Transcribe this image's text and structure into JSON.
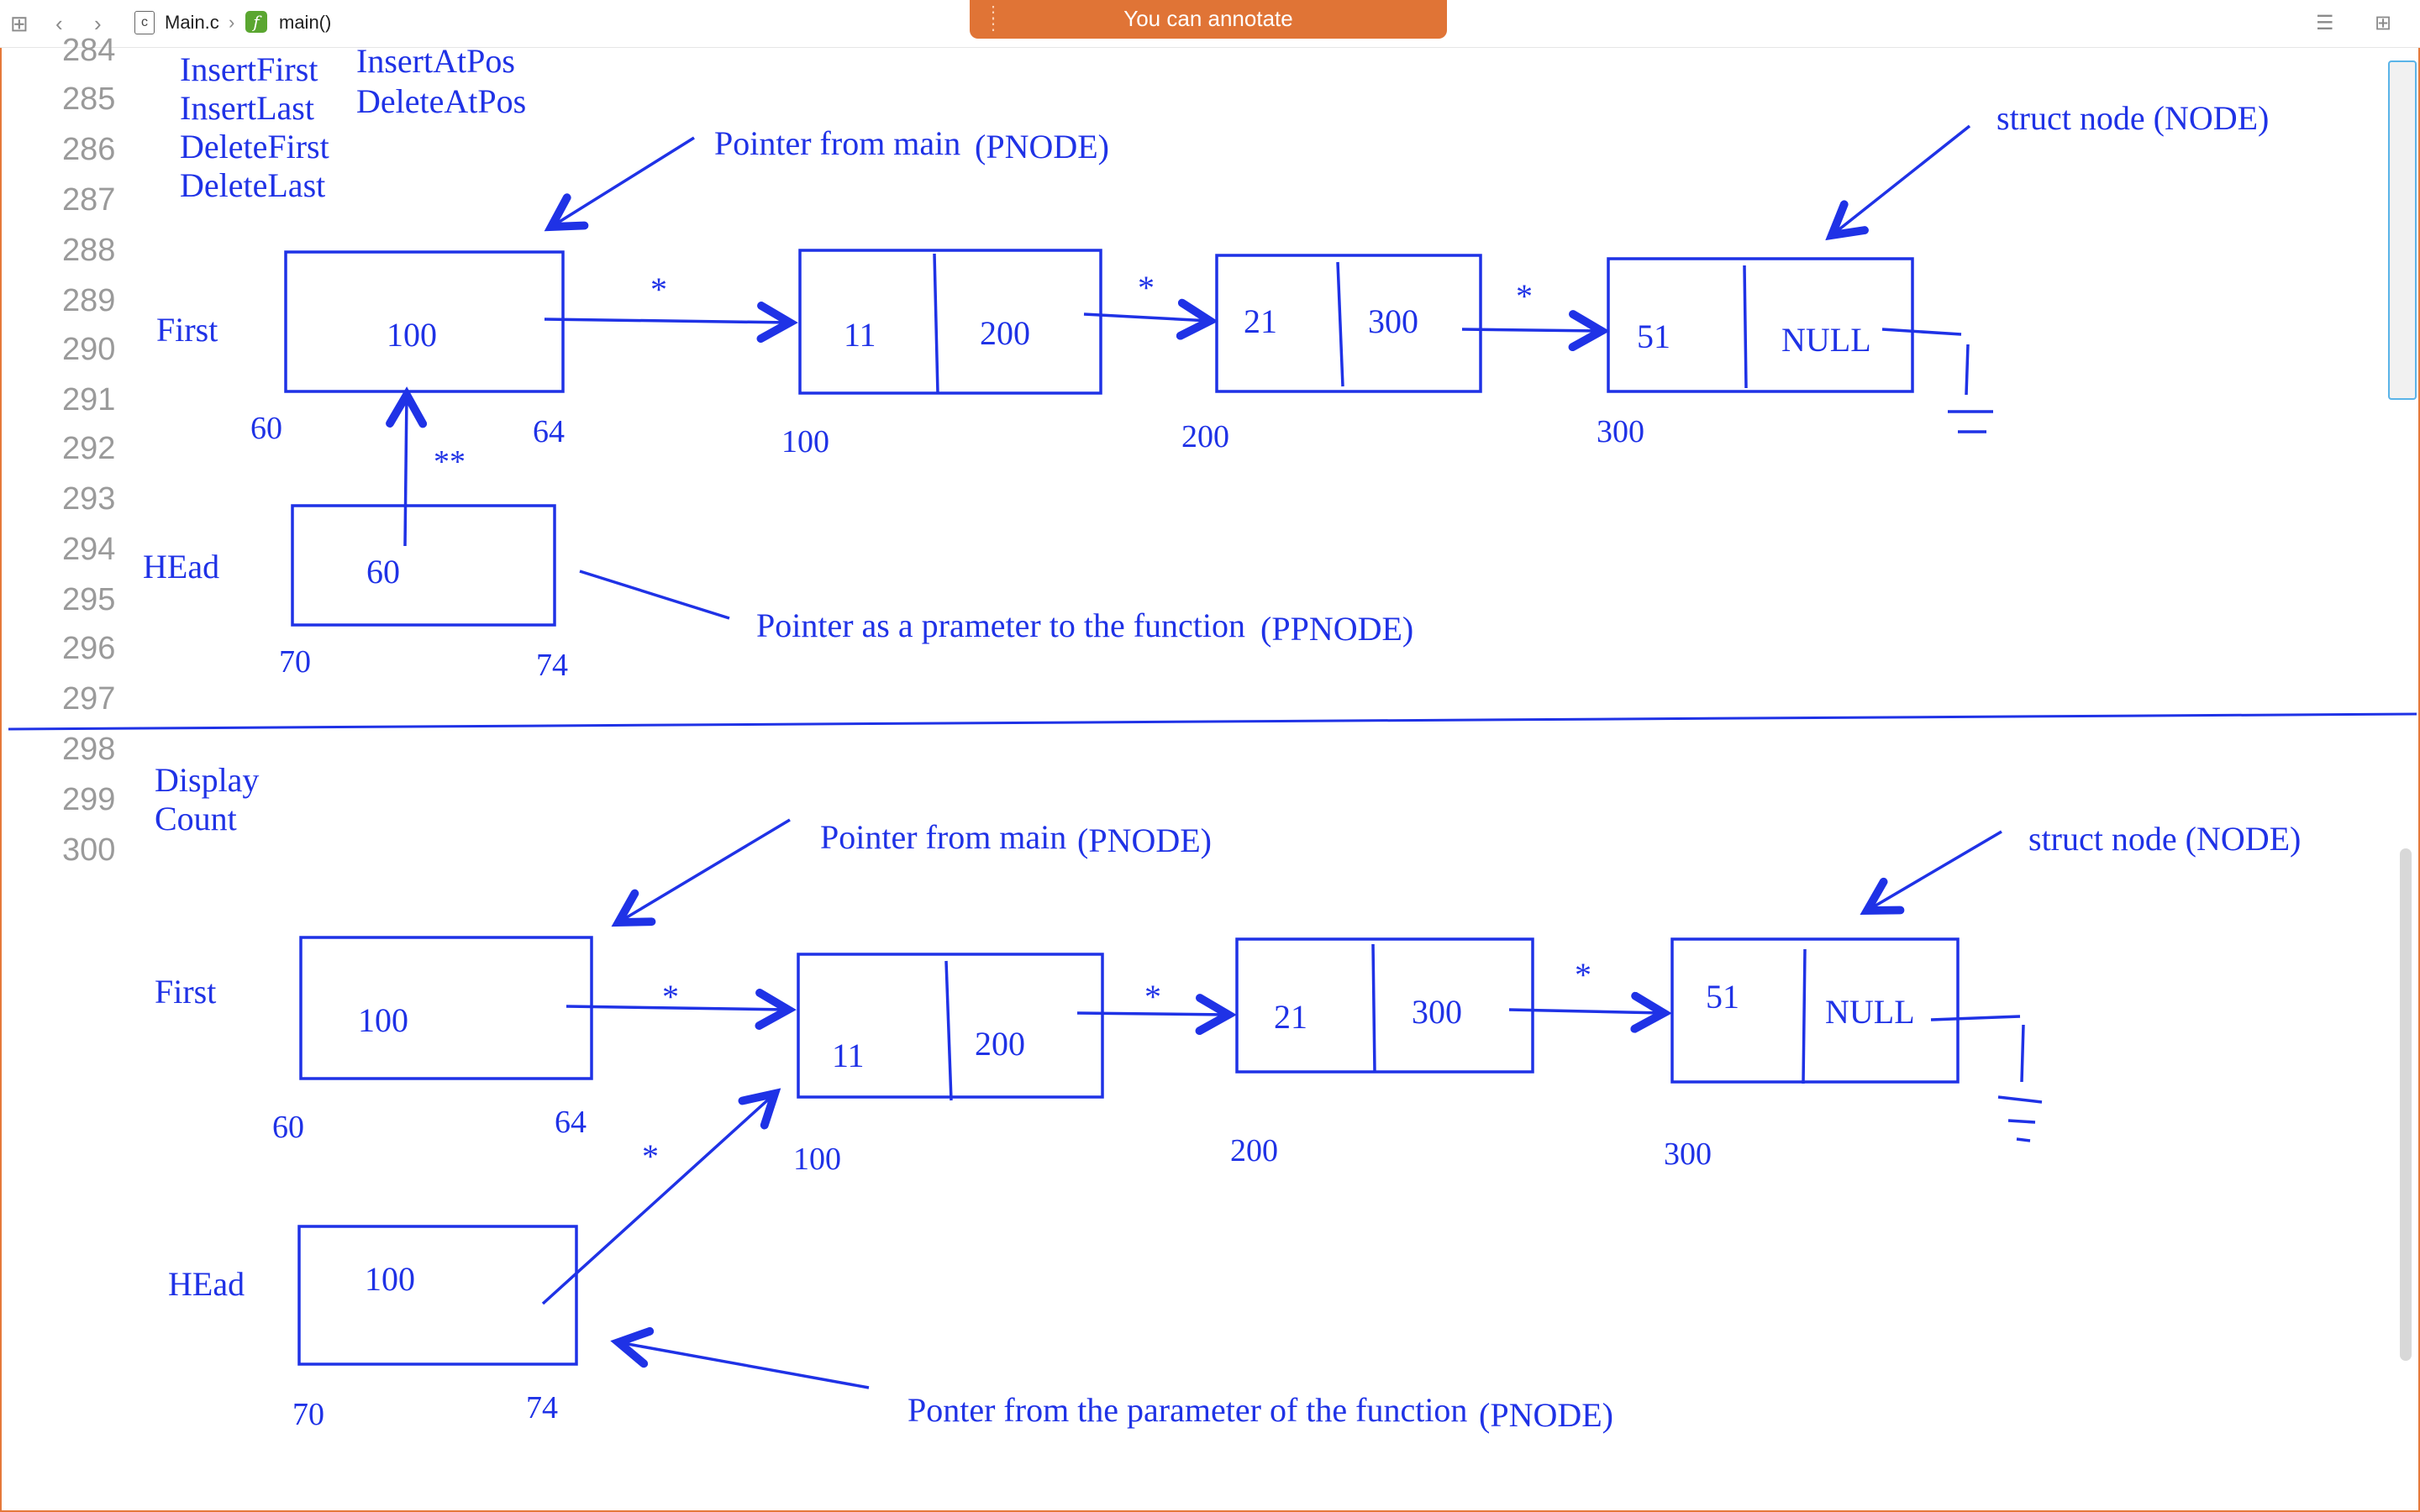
{
  "toolbar": {
    "file_name": "Main.c",
    "file_icon_letter": "c",
    "function_name": "main()",
    "function_icon_letter": "f",
    "annotate_banner": "You can annotate"
  },
  "gutter": {
    "line_numbers": [
      "284",
      "285",
      "286",
      "287",
      "288",
      "289",
      "290",
      "291",
      "292",
      "293",
      "294",
      "295",
      "296",
      "297",
      "298",
      "299",
      "300"
    ]
  },
  "colors": {
    "ink": "#1f32e6",
    "accent": "#e07436",
    "gutter": "#9a9a9a"
  },
  "annotation": {
    "top": {
      "ops_col1": [
        "InsertFirst",
        "InsertLast",
        "DeleteFirst",
        "DeleteLast"
      ],
      "ops_col2": [
        "InsertAtPos",
        "DeleteAtPos"
      ],
      "label_first": "First",
      "label_head": "HEad",
      "first_value": "100",
      "first_addr_start": "60",
      "first_addr_end": "64",
      "head_value": "60",
      "head_addr_start": "70",
      "head_addr_end": "74",
      "double_star": "**",
      "pointer_from_main": "Pointer from main",
      "pnode": "(PNODE)",
      "struct_node": "struct node (NODE)",
      "pointer_param": "Pointer as a prameter to the function",
      "ppnode": "(PPNODE)",
      "nodes": [
        {
          "data": "11",
          "next": "200",
          "addr": "100"
        },
        {
          "data": "21",
          "next": "300",
          "addr": "200"
        },
        {
          "data": "51",
          "next": "NULL",
          "addr": "300"
        }
      ],
      "star": "*"
    },
    "bottom": {
      "ops": [
        "Display",
        "Count"
      ],
      "label_first": "First",
      "label_head": "HEad",
      "first_value": "100",
      "first_addr_start": "60",
      "first_addr_end": "64",
      "head_value": "100",
      "head_addr_start": "70",
      "head_addr_end": "74",
      "pointer_from_main": "Pointer from main",
      "pnode": "(PNODE)",
      "struct_node": "struct node (NODE)",
      "pointer_param": "Ponter from the parameter of the function",
      "pnode2": "(PNODE)",
      "nodes": [
        {
          "data": "11",
          "next": "200",
          "addr": "100"
        },
        {
          "data": "21",
          "next": "300",
          "addr": "200"
        },
        {
          "data": "51",
          "next": "NULL",
          "addr": "300"
        }
      ],
      "star": "*"
    }
  }
}
